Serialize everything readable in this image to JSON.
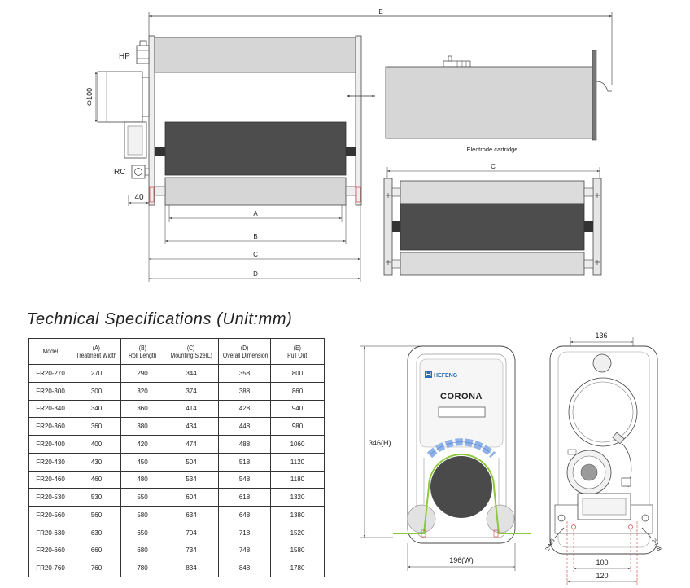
{
  "drawings": {
    "dim_e": "E",
    "label_hp": "HP",
    "label_phi100": "Φ100",
    "label_rc": "RC",
    "dim_40": "40",
    "dim_a": "A",
    "dim_b": "B",
    "dim_c": "C",
    "dim_d": "D",
    "cartridge_caption": "Electrode cartridge",
    "dim_c_top": "C"
  },
  "title": "Technical Specifications (Unit:mm)",
  "table": {
    "headers": [
      {
        "code": "",
        "label": "Model"
      },
      {
        "code": "(A)",
        "label": "Treatment Width"
      },
      {
        "code": "(B)",
        "label": "Roll Length"
      },
      {
        "code": "(C)",
        "label": "Mounting Size(L)"
      },
      {
        "code": "(D)",
        "label": "Overall Dimension"
      },
      {
        "code": "(E)",
        "label": "Pull Out"
      }
    ],
    "rows": [
      {
        "model": "FR20-270",
        "a": "270",
        "b": "290",
        "c": "344",
        "d": "358",
        "e": "800"
      },
      {
        "model": "FR20-300",
        "a": "300",
        "b": "320",
        "c": "374",
        "d": "388",
        "e": "860"
      },
      {
        "model": "FR20-340",
        "a": "340",
        "b": "360",
        "c": "414",
        "d": "428",
        "e": "940"
      },
      {
        "model": "FR20-360",
        "a": "360",
        "b": "380",
        "c": "434",
        "d": "448",
        "e": "980"
      },
      {
        "model": "FR20-400",
        "a": "400",
        "b": "420",
        "c": "474",
        "d": "488",
        "e": "1060"
      },
      {
        "model": "FR20-430",
        "a": "430",
        "b": "450",
        "c": "504",
        "d": "518",
        "e": "1120"
      },
      {
        "model": "FR20-460",
        "a": "460",
        "b": "480",
        "c": "534",
        "d": "548",
        "e": "1180"
      },
      {
        "model": "FR20-530",
        "a": "530",
        "b": "550",
        "c": "604",
        "d": "618",
        "e": "1320"
      },
      {
        "model": "FR20-560",
        "a": "560",
        "b": "580",
        "c": "634",
        "d": "648",
        "e": "1380"
      },
      {
        "model": "FR20-630",
        "a": "630",
        "b": "650",
        "c": "704",
        "d": "718",
        "e": "1520"
      },
      {
        "model": "FR20-660",
        "a": "660",
        "b": "680",
        "c": "734",
        "d": "748",
        "e": "1580"
      },
      {
        "model": "FR20-760",
        "a": "760",
        "b": "780",
        "c": "834",
        "d": "848",
        "e": "1780"
      }
    ]
  },
  "front_view": {
    "brand": "HEFENG",
    "product": "CORONA",
    "height": "346(H)",
    "width": "196(W)"
  },
  "back_view": {
    "width_top": "136",
    "mount_left": "2-M8",
    "mount_right": "2-M8",
    "spacing_inner": "100",
    "spacing_outer": "120"
  },
  "colors": {
    "roller_dark": "#4d4d4d",
    "roller_light": "#d6d6d6",
    "film_green": "#8dc63f",
    "brand_blue": "#2a6db5",
    "electrode_blue": "#8fb3e8",
    "marker_red": "#d44444"
  }
}
